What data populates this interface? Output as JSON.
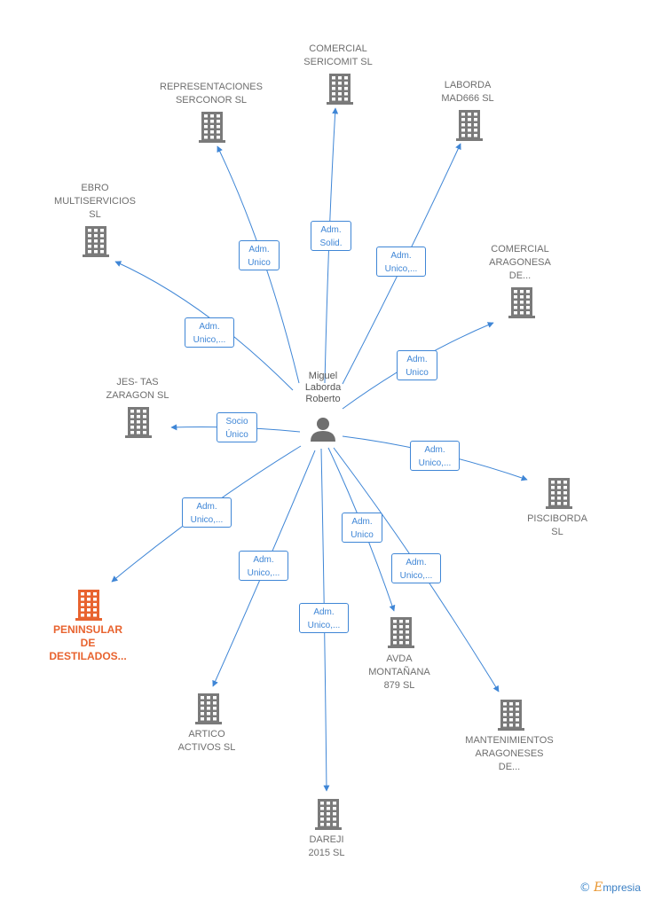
{
  "center": {
    "name": "Miguel\nLaborda\nRoberto"
  },
  "companies": [
    {
      "id": "comercial_sericomit",
      "label": "COMERCIAL\nSERICOMIT  SL",
      "main": false
    },
    {
      "id": "representaciones",
      "label": "REPRESENTACIONES\nSERCONOR  SL",
      "main": false
    },
    {
      "id": "laborda",
      "label": "LABORDA\nMAD666  SL",
      "main": false
    },
    {
      "id": "ebro",
      "label": "EBRO\nMULTISERVICIOS\nSL",
      "main": false
    },
    {
      "id": "comercial_aragonesa",
      "label": "COMERCIAL\nARAGONESA\nDE...",
      "main": false
    },
    {
      "id": "jestas",
      "label": "JES- TAS\nZARAGON  SL",
      "main": false
    },
    {
      "id": "pisciborda",
      "label": "PISCIBORDA\nSL",
      "main": false
    },
    {
      "id": "peninsular",
      "label": "PENINSULAR\nDE\nDESTILADOS...",
      "main": true
    },
    {
      "id": "avda",
      "label": "AVDA\nMONTAÑANA\n879 SL",
      "main": false
    },
    {
      "id": "artico",
      "label": "ARTICO\nACTIVOS  SL",
      "main": false
    },
    {
      "id": "mantenimientos",
      "label": "MANTENIMIENTOS\nARAGONESES\nDE...",
      "main": false
    },
    {
      "id": "dareji",
      "label": "DAREJI\n2015  SL",
      "main": false
    }
  ],
  "relations": [
    {
      "to": "comercial_sericomit",
      "label": "Adm.\nSolid."
    },
    {
      "to": "representaciones",
      "label": "Adm.\nUnico"
    },
    {
      "to": "laborda",
      "label": "Adm.\nUnico,..."
    },
    {
      "to": "ebro",
      "label": "Adm.\nUnico,..."
    },
    {
      "to": "comercial_aragonesa",
      "label": "Adm.\nUnico"
    },
    {
      "to": "jestas",
      "label": "Socio\nÚnico"
    },
    {
      "to": "pisciborda",
      "label": "Adm.\nUnico,..."
    },
    {
      "to": "peninsular",
      "label": "Adm.\nUnico,..."
    },
    {
      "to": "avda",
      "label": "Adm.\nUnico"
    },
    {
      "to": "artico",
      "label": "Adm.\nUnico,..."
    },
    {
      "to": "mantenimientos",
      "label": "Adm.\nUnico,..."
    },
    {
      "to": "dareji",
      "label": "Adm.\nUnico,..."
    }
  ],
  "colors": {
    "edge": "#3f86d6",
    "building": "#7a7a7a",
    "main_building": "#e8632f",
    "person": "#6f6f6f"
  },
  "footer": {
    "copyright": "©",
    "brand_initial": "E",
    "brand_rest": "mpresia"
  }
}
